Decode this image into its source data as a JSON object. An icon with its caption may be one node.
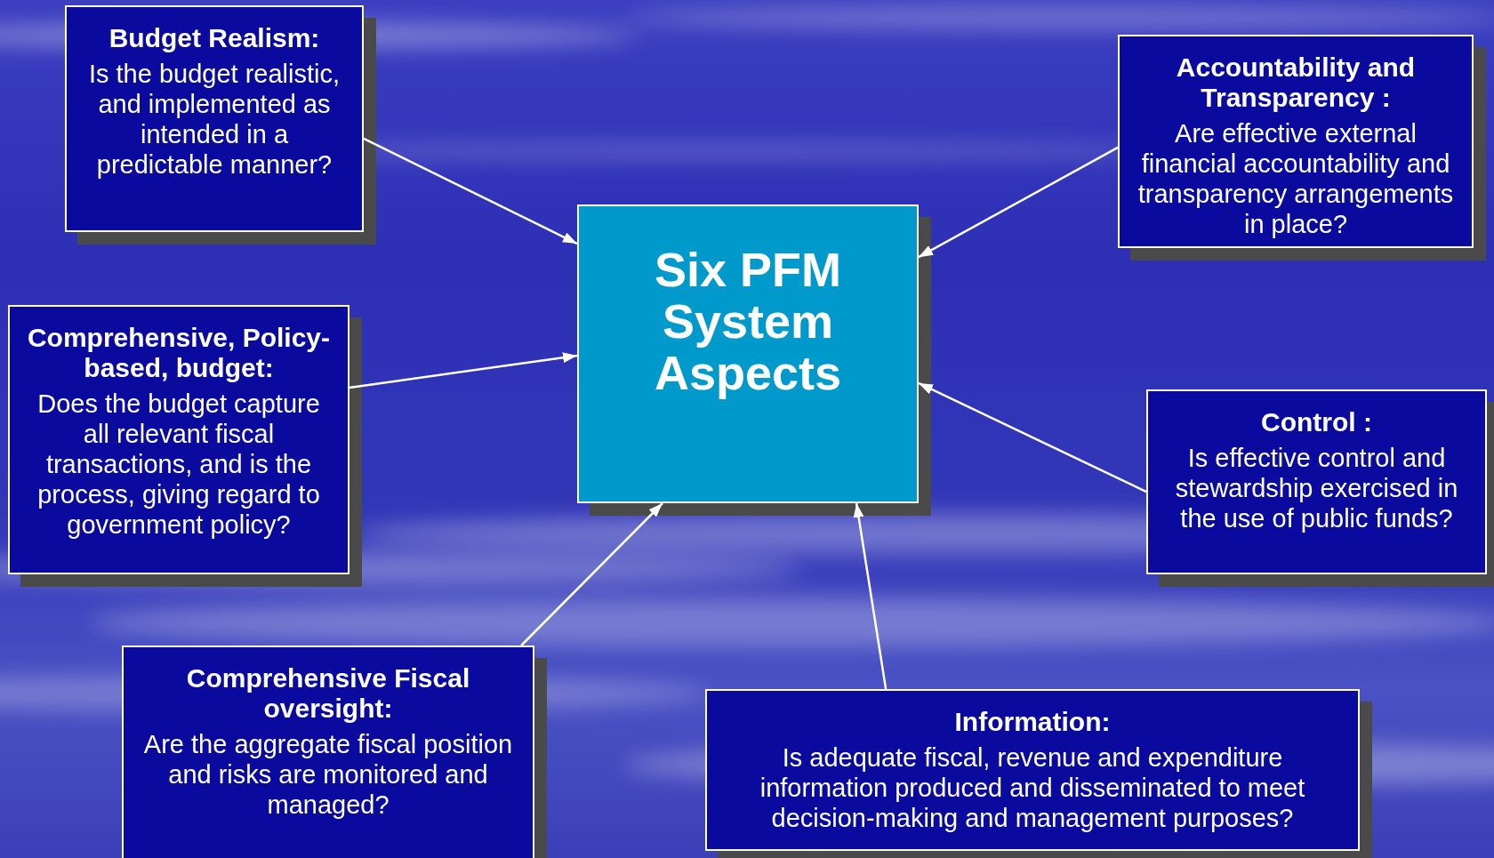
{
  "diagram": {
    "nodes": [
      {
        "text": [
          "Budget Realism:",
          "Is the budget realistic, and implemented as intended in a predictable manner?"
        ]
      },
      {
        "text": [
          "Accountability and Transparency :",
          "Are effective external financial accountability and transparency arrangements in place?"
        ]
      },
      {
        "text": [
          "Six PFM System Aspects"
        ]
      },
      {
        "text": [
          "Comprehensive, Policy-based, budget:",
          "Does the budget capture all relevant fiscal transactions, and is the process, giving regard to government policy?"
        ]
      },
      {
        "text": [
          "Control :",
          "Is effective control and stewardship exercised in the use of public funds?"
        ]
      },
      {
        "text": [
          "Comprehensive Fiscal oversight:",
          "Are the aggregate fiscal position and risks are monitored and managed?"
        ]
      },
      {
        "text": [
          "Information:",
          "Is adequate fiscal, revenue and expenditure information produced and disseminated to meet decision-making and management purposes?"
        ]
      }
    ],
    "edges": [
      {
        "from": 0,
        "to": 2,
        "arrow": "to"
      },
      {
        "from": 1,
        "to": 2,
        "arrow": "to"
      },
      {
        "from": 3,
        "to": 2,
        "arrow": "to"
      },
      {
        "from": 4,
        "to": 2,
        "arrow": "to"
      },
      {
        "from": 5,
        "to": 2,
        "arrow": "to"
      },
      {
        "from": 6,
        "to": 2,
        "arrow": "to"
      }
    ]
  }
}
